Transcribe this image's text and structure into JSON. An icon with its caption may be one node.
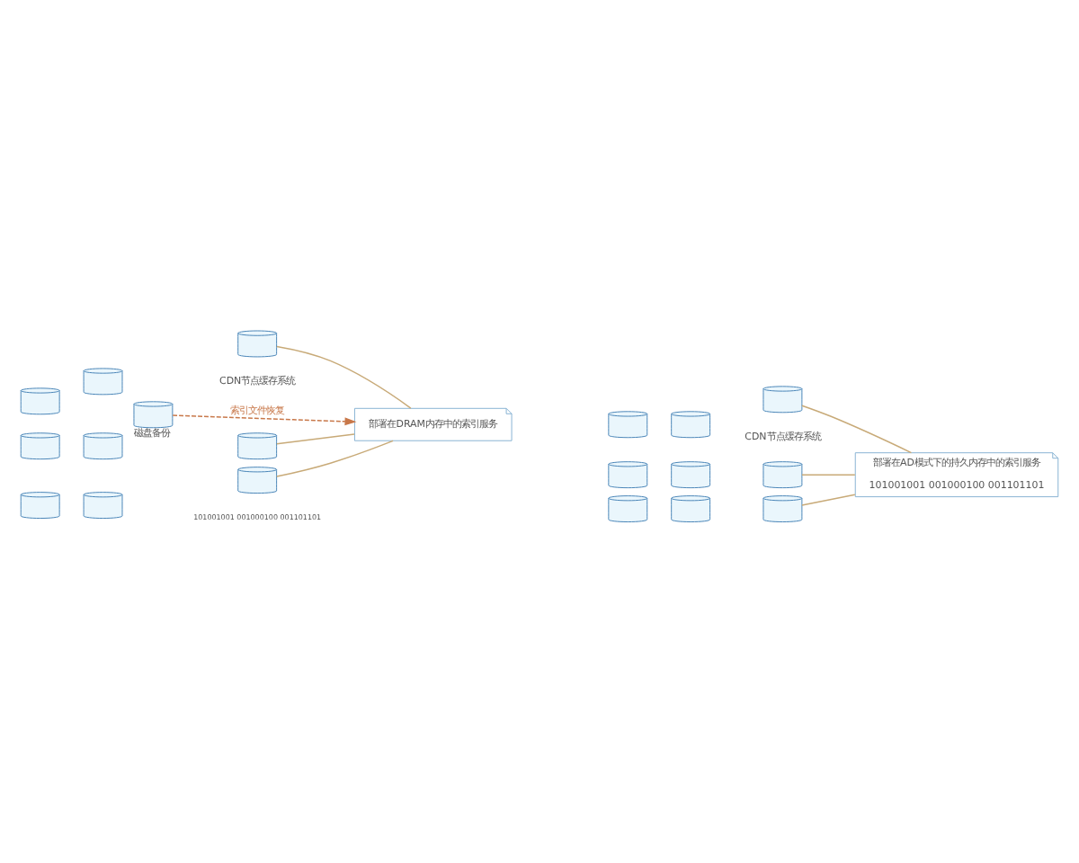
{
  "diagram": {
    "nodes": [
      {
        "text": [],
        "shape": "cylinder"
      },
      {
        "text": [],
        "shape": "cylinder"
      },
      {
        "text": [],
        "shape": "cylinder"
      },
      {
        "text": [],
        "shape": "cylinder"
      },
      {
        "text": [],
        "shape": "cylinder"
      },
      {
        "text": [],
        "shape": "cylinder"
      },
      {
        "text": [],
        "shape": "cylinder"
      },
      {
        "text": [],
        "shape": "cylinder"
      },
      {
        "text": [],
        "shape": "cylinder"
      },
      {
        "text": [
          "部署在DRAM内存中的索引服务"
        ]
      },
      {
        "text": [],
        "shape": "cylinder",
        "beside": [
          "磁盘备份"
        ]
      },
      {
        "text": [],
        "shape": "cylinder"
      },
      {
        "text": [],
        "shape": "cylinder"
      },
      {
        "text": [],
        "shape": "cylinder"
      },
      {
        "text": [],
        "shape": "cylinder"
      },
      {
        "text": [],
        "shape": "cylinder"
      },
      {
        "text": [],
        "shape": "cylinder"
      },
      {
        "text": [],
        "shape": "cylinder"
      },
      {
        "text": [],
        "shape": "cylinder"
      },
      {
        "text": [],
        "shape": "cylinder"
      },
      {
        "text": [
          "部署在AD模式下的持久内存中的索引服务",
          "101001001 001000100 001101101"
        ]
      }
    ],
    "edges": [
      {
        "from": 2,
        "to": 9,
        "arrow": "none"
      },
      {
        "from": 5,
        "to": 9,
        "arrow": "none"
      },
      {
        "from": 8,
        "to": 9,
        "arrow": "none"
      },
      {
        "from": 10,
        "to": 9,
        "arrow": "to",
        "label": "索引文件恢复",
        "style": "dashed",
        "color": "#c8784a"
      },
      {
        "from": 13,
        "to": 20,
        "arrow": "none"
      },
      {
        "from": 16,
        "to": 20,
        "arrow": "none"
      },
      {
        "from": 19,
        "to": 20,
        "arrow": "none"
      }
    ],
    "labels": [
      "CDN节点缓存系统",
      "101001001 001000100 001101101",
      "CDN节点缓存系统"
    ]
  }
}
